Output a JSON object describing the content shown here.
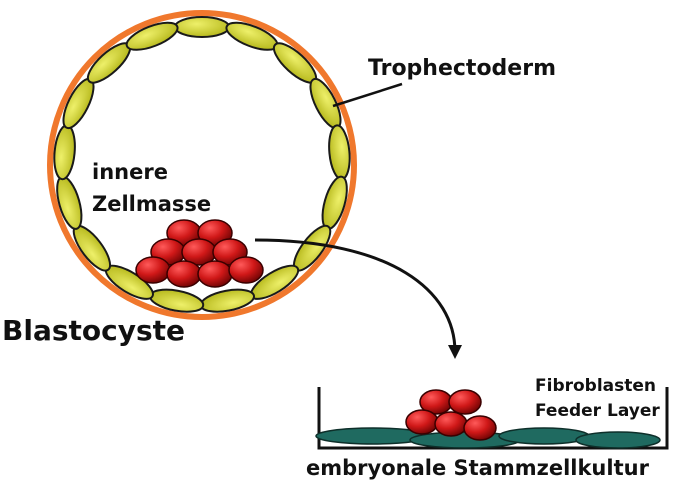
{
  "labels": {
    "trophectoderm": "Trophectoderm",
    "inner_cell_mass_line1": "innere",
    "inner_cell_mass_line2": "Zellmasse",
    "blastocyst": "Blastocyste",
    "feeder_line1": "Fibroblasten",
    "feeder_line2": "Feeder Layer",
    "culture": "embryonale Stammzellkultur"
  },
  "colors": {
    "zona_ring": "#f0782d",
    "trophectoderm_cell": "#cfd12a",
    "cell_outline": "#1a1a1a",
    "inner_cell": "#d01818",
    "feeder_cell": "#1f6a60",
    "line": "#111111"
  }
}
